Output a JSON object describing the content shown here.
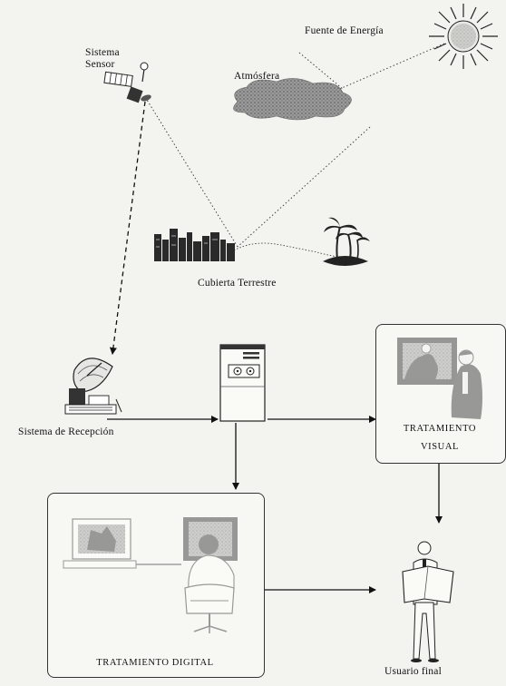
{
  "labels": {
    "energy_source": "Fuente de Energía",
    "sensor_line1": "Sistema",
    "sensor_line2": "Sensor",
    "atmosphere": "Atmósfera",
    "land_cover": "Cubierta Terrestre",
    "reception": "Sistema de Recepción",
    "visual_line1": "TRATAMIENTO",
    "visual_line2": "VISUAL",
    "digital": "TRATAMIENTO DIGITAL",
    "end_user": "Usuario final"
  },
  "colors": {
    "ink": "#111111",
    "paper": "#f3f3ef",
    "gray": "#8a8a8a",
    "dark": "#222222"
  }
}
